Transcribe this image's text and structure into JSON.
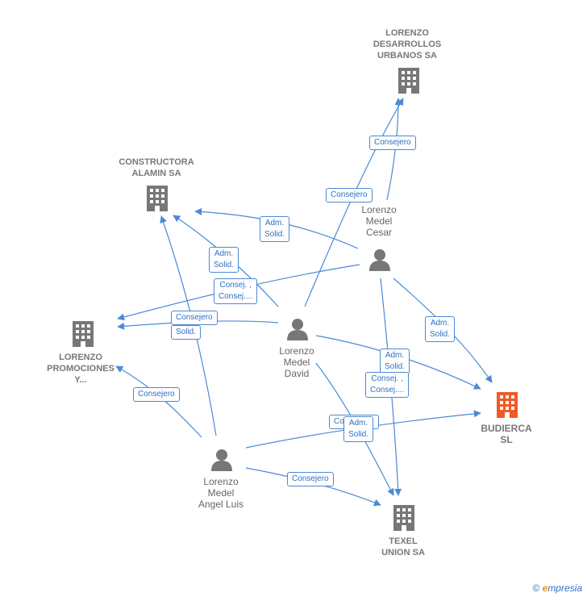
{
  "nodes": {
    "lorenzo_desarrollos": {
      "label": "LORENZO\nDESARROLLOS\nURBANOS SA",
      "type": "company"
    },
    "constructora_alamin": {
      "label": "CONSTRUCTORA\nALAMIN SA",
      "type": "company"
    },
    "lorenzo_promociones": {
      "label": "LORENZO\nPROMOCIONES\nY...",
      "type": "company"
    },
    "budierca": {
      "label": "BUDIERCA\nSL",
      "type": "company-focus"
    },
    "texel_union": {
      "label": "TEXEL\nUNION SA",
      "type": "company"
    },
    "medel_cesar": {
      "label": "Lorenzo\nMedel\nCesar",
      "type": "person"
    },
    "medel_david": {
      "label": "Lorenzo\nMedel\nDavid",
      "type": "person"
    },
    "medel_angel_luis": {
      "label": "Lorenzo\nMedel\nAngel Luis",
      "type": "person"
    }
  },
  "edge_labels": {
    "consejero_1": "Consejero",
    "consejero_2": "Consejero",
    "adm_solid_1": "Adm.\nSolid.",
    "adm_solid_2": "Adm.\nSolid.",
    "consej_1": "Consej. ,\nConsej....",
    "consejero_3": "Consejero",
    "solid_1": "Solid.",
    "adm_solid_3": "Adm.\nSolid.",
    "adm_solid_4": "Adm.\nSolid.",
    "consej_2": "Consej. ,\nConsej....",
    "consejero_4": "Consejero",
    "co_partial": "Co",
    "adm_solid_5": "Adm.\nSolid.",
    "consejero_5": "Consejero"
  },
  "footer": {
    "copyright_symbol": "©",
    "brand_initial": "e",
    "brand_rest": "mpresia"
  },
  "colors": {
    "edge": "#4a8ad6",
    "company_icon": "#777777",
    "focus_icon": "#f05a28",
    "person_icon": "#777777"
  }
}
